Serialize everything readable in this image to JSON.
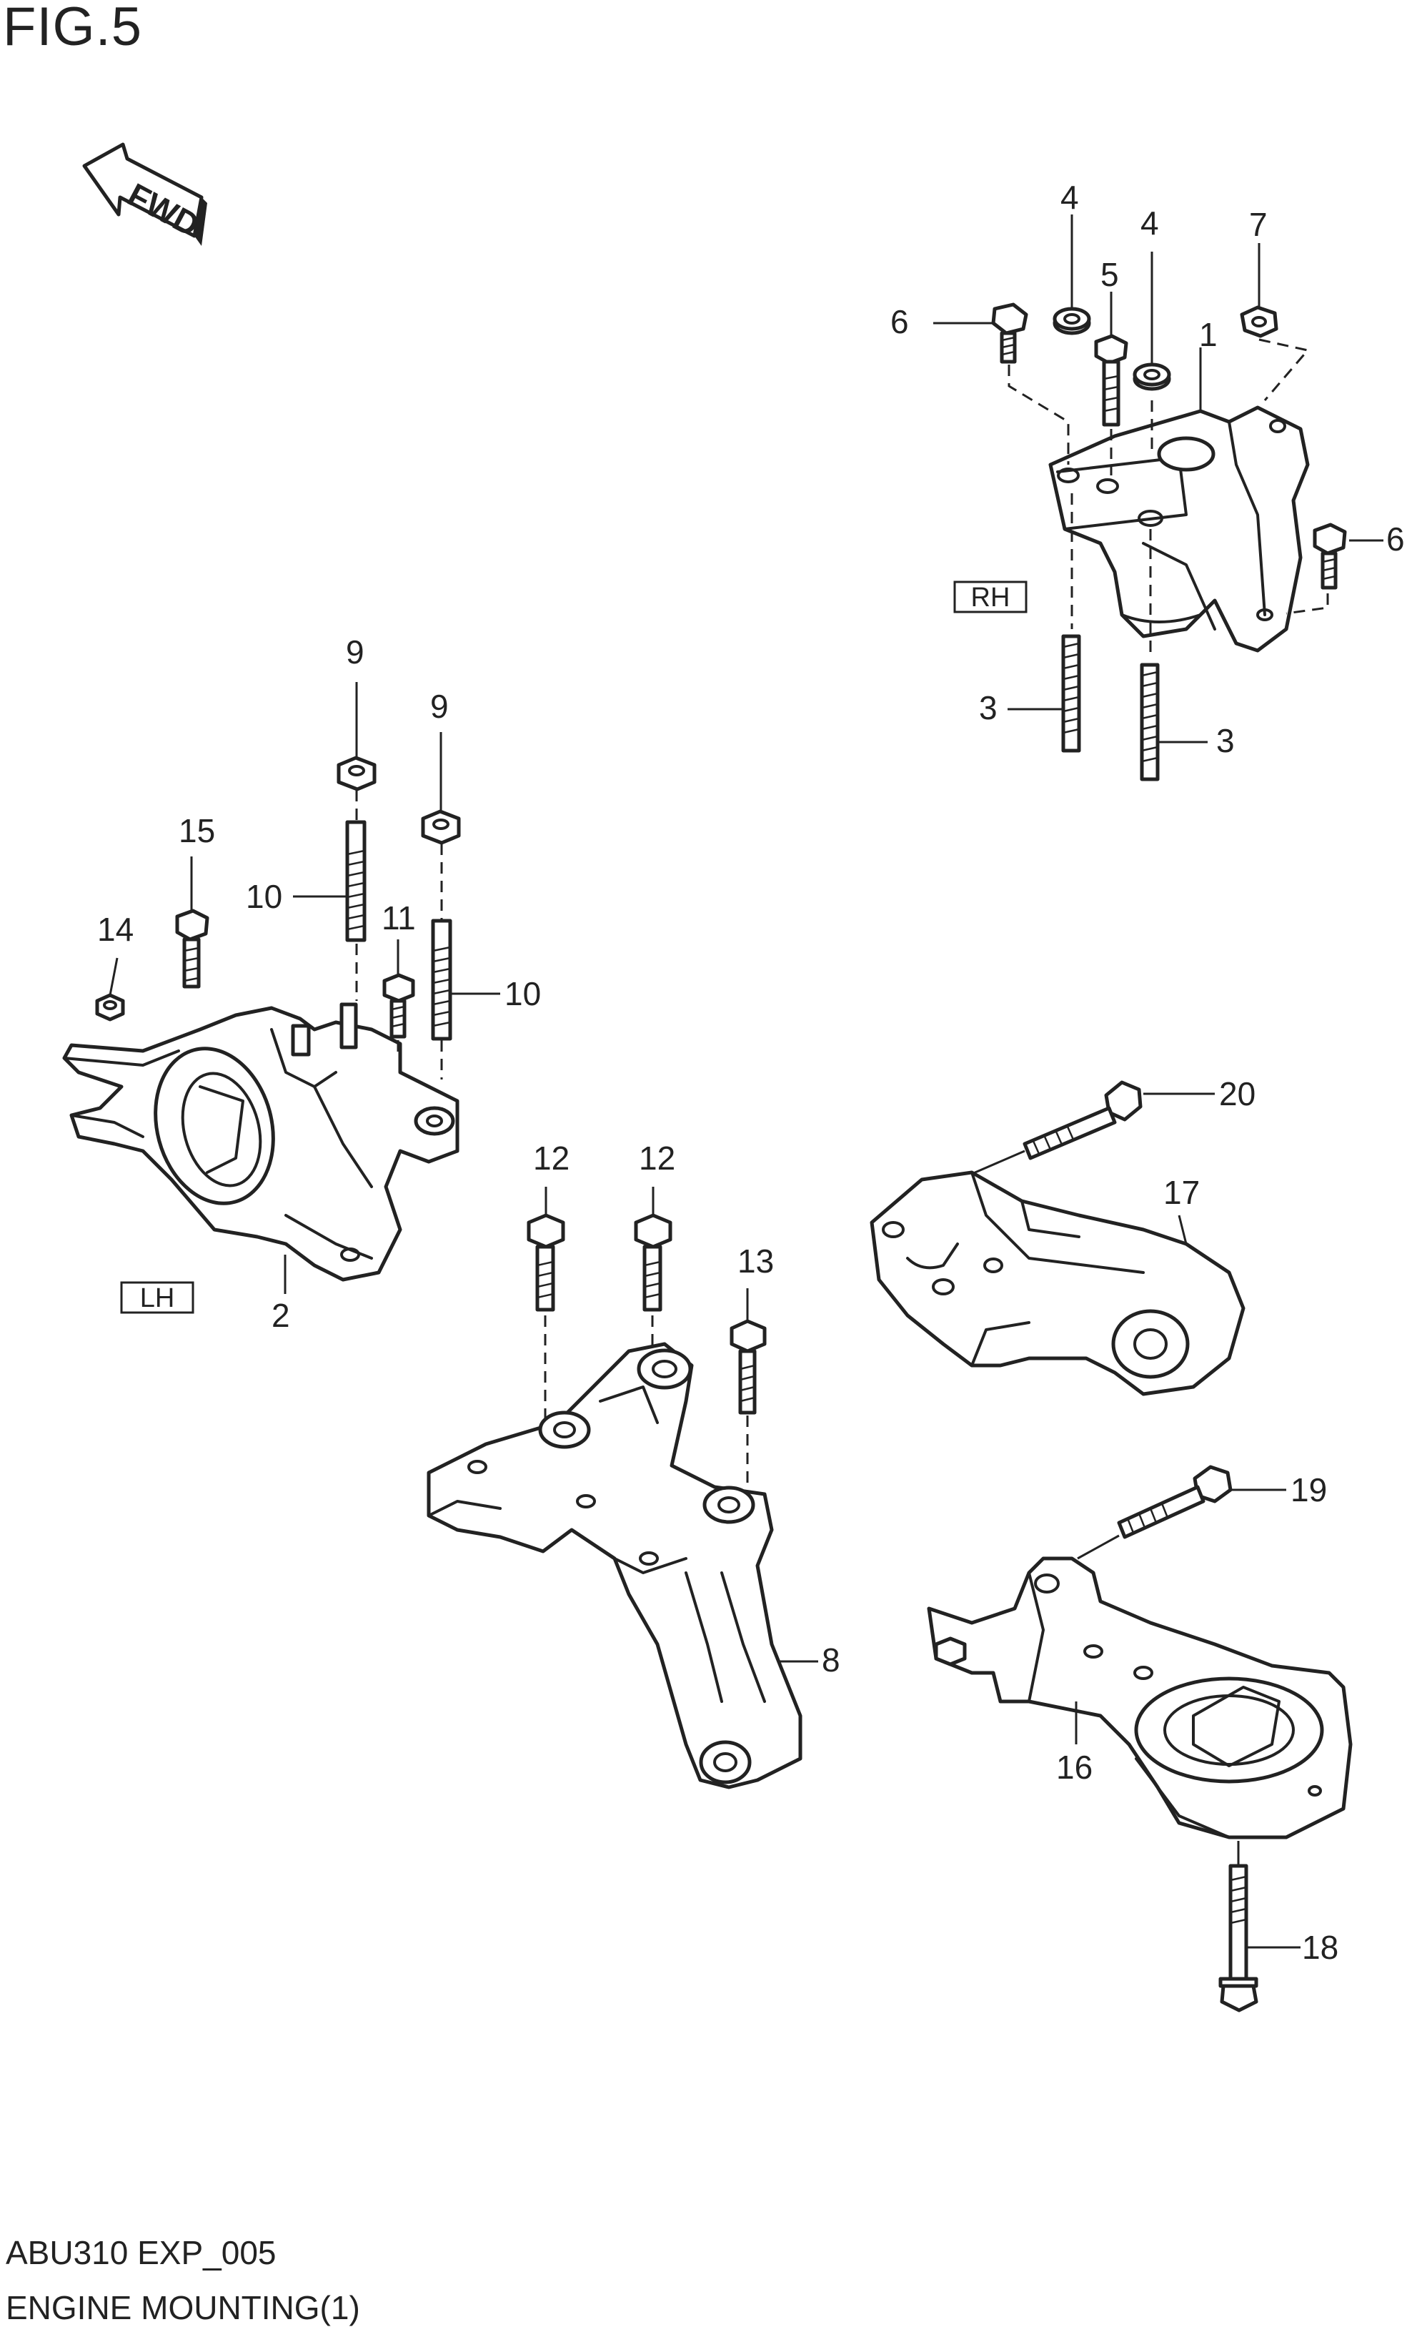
{
  "figure_title": "FIG.5",
  "direction_label": "FWD",
  "side_labels": {
    "rh": "RH",
    "lh": "LH"
  },
  "callouts": {
    "c1": "1",
    "c2": "2",
    "c3a": "3",
    "c3b": "3",
    "c4a": "4",
    "c4b": "4",
    "c5": "5",
    "c6a": "6",
    "c6b": "6",
    "c7": "7",
    "c8": "8",
    "c9a": "9",
    "c9b": "9",
    "c10a": "10",
    "c10b": "10",
    "c11": "11",
    "c12a": "12",
    "c12b": "12",
    "c13": "13",
    "c14": "14",
    "c15": "15",
    "c16": "16",
    "c17": "17",
    "c18": "18",
    "c19": "19",
    "c20": "20"
  },
  "footer": {
    "code": "ABU310 EXP_005",
    "name": "ENGINE MOUNTING(1)"
  }
}
